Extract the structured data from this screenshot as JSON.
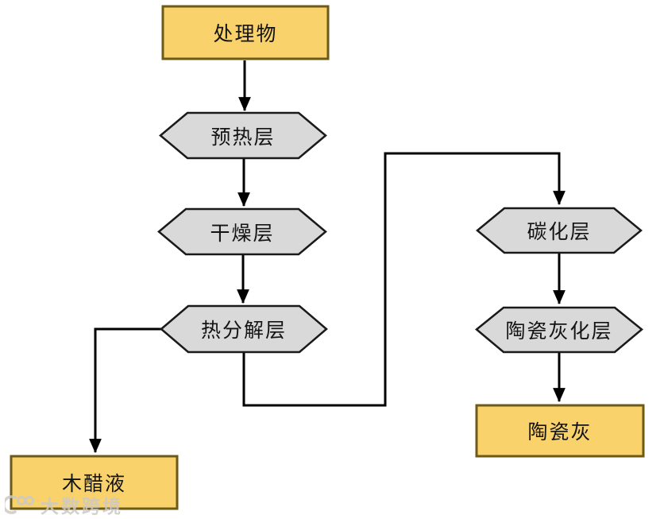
{
  "diagram": {
    "background": "#ffffff",
    "colors": {
      "terminal_fill": "#F9D26C",
      "terminal_border": "#6D5A17",
      "layer_fill": "#D9D9D9",
      "layer_border": "#1A1A1A",
      "connector": "#000000",
      "text": "#141414"
    },
    "nodes": [
      {
        "id": "chuliwu",
        "label": "处理物",
        "shape": "rectangle"
      },
      {
        "id": "yureceng",
        "label": "预热层",
        "shape": "hexagon"
      },
      {
        "id": "ganzaoceng",
        "label": "干燥层",
        "shape": "hexagon"
      },
      {
        "id": "refenjieceng",
        "label": "热分解层",
        "shape": "hexagon"
      },
      {
        "id": "tanhuaceng",
        "label": "碳化层",
        "shape": "hexagon"
      },
      {
        "id": "taocihuihuaceng",
        "label": "陶瓷灰化层",
        "shape": "hexagon"
      },
      {
        "id": "taocihui",
        "label": "陶瓷灰",
        "shape": "rectangle"
      },
      {
        "id": "mucuye",
        "label": "木醋液",
        "shape": "rectangle"
      }
    ],
    "edges": [
      {
        "from": "处理物",
        "to": "预热层"
      },
      {
        "from": "预热层",
        "to": "干燥层"
      },
      {
        "from": "干燥层",
        "to": "热分解层"
      },
      {
        "from": "热分解层",
        "to": "木醋液"
      },
      {
        "from": "热分解层",
        "to": "碳化层"
      },
      {
        "from": "碳化层",
        "to": "陶瓷灰化层"
      },
      {
        "from": "陶瓷灰化层",
        "to": "陶瓷灰"
      }
    ]
  },
  "watermark": {
    "text": "大数跨境"
  }
}
